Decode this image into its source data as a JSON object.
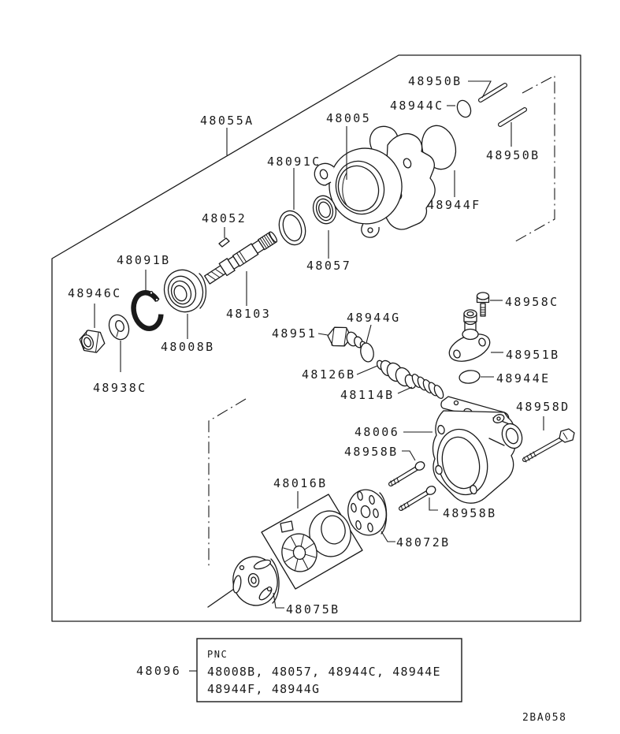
{
  "diagram": {
    "code": "2BA058",
    "ink": "#1a1a1a",
    "labels": {
      "48055A": "48055A",
      "48005": "48005",
      "48950B": "48950B",
      "48944C": "48944C",
      "48944F": "48944F",
      "48091C": "48091C",
      "48057": "48057",
      "48052": "48052",
      "48103": "48103",
      "48091B": "48091B",
      "48946C": "48946C",
      "48938C": "48938C",
      "48008B": "48008B",
      "48951": "48951",
      "48944G": "48944G",
      "48126B": "48126B",
      "48114B": "48114B",
      "48958C": "48958C",
      "48951B": "48951B",
      "48944E": "48944E",
      "48958D": "48958D",
      "48006": "48006",
      "48958B": "48958B",
      "48072B": "48072B",
      "48016B": "48016B",
      "48075B": "48075B"
    },
    "pnc_box": {
      "title": "PNC",
      "ref": "48096",
      "line1": "48008B, 48057, 48944C, 48944E",
      "line2": "48944F, 48944G"
    }
  }
}
